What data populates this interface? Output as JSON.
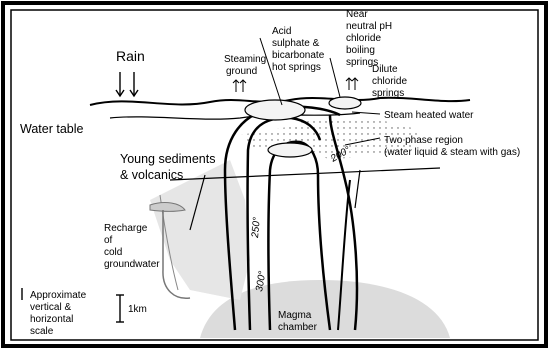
{
  "labels": {
    "rain": "Rain",
    "steaming_ground": [
      "Steaming",
      "ground"
    ],
    "acid_springs": [
      "Acid",
      "sulphate &",
      "bicarbonate",
      "hot springs"
    ],
    "neutral_springs": [
      "Near",
      "neutral pH",
      "chloride",
      "boiling",
      "springs"
    ],
    "dilute_springs": [
      "Dilute",
      "chloride",
      "springs"
    ],
    "steam_heated_water": "Steam heated water",
    "water_table": "Water table",
    "two_phase": [
      "Two phase region",
      "(water liquid & steam with gas)"
    ],
    "young_sediments": [
      "Young sediments",
      "& volcanics"
    ],
    "recharge": [
      "Recharge",
      "of",
      "cold",
      "groundwater"
    ],
    "scale": [
      "Approximate",
      "vertical &",
      "horizontal",
      "scale"
    ],
    "scale_value": "1km",
    "magma": [
      "Magma",
      "chamber"
    ]
  },
  "isotherms": {
    "t200": "200°",
    "t250": "250°",
    "t300": "300°"
  }
}
